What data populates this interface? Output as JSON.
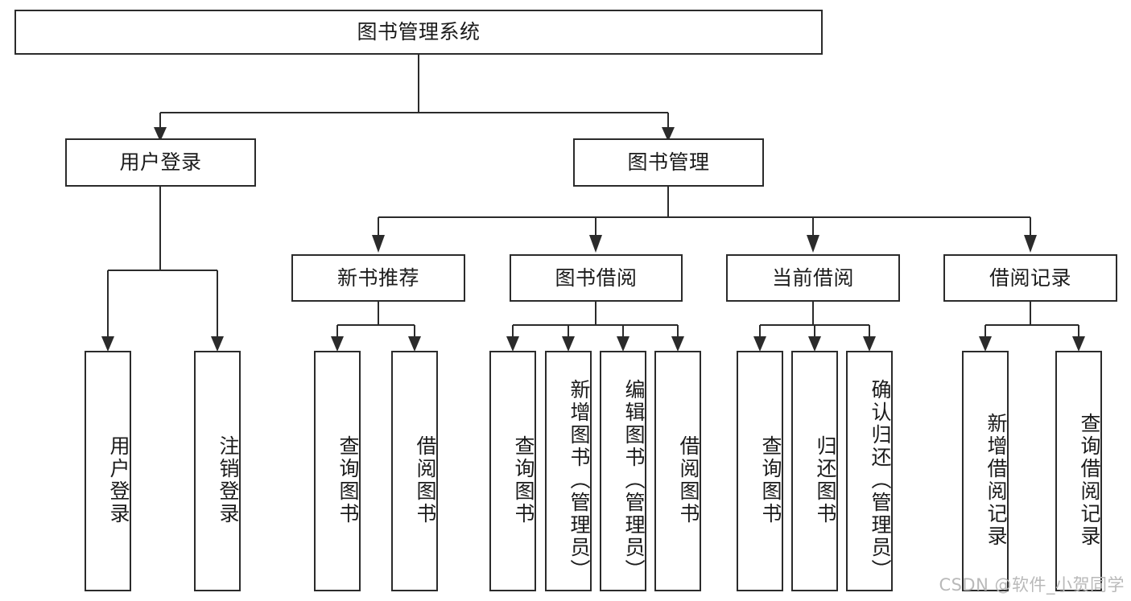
{
  "diagram": {
    "title": "图书管理系统",
    "type": "tree",
    "watermark": "CSDN @软件_小贺同学",
    "colors": {
      "stroke": "#2b2b2b",
      "box_fill": "#ffffff",
      "text": "#1b1b1b",
      "watermark": "#b9b9b9",
      "background": "#ffffff"
    },
    "root": {
      "label": "图书管理系统"
    },
    "level2": [
      {
        "label": "用户登录"
      },
      {
        "label": "图书管理"
      }
    ],
    "level3": [
      {
        "label": "新书推荐"
      },
      {
        "label": "图书借阅"
      },
      {
        "label": "当前借阅"
      },
      {
        "label": "借阅记录"
      }
    ],
    "leaves": {
      "user_login": [
        {
          "label": "用户登录"
        },
        {
          "label": "注销登录"
        }
      ],
      "new_book": [
        {
          "label": "查询图书"
        },
        {
          "label": "借阅图书"
        }
      ],
      "borrow_book": [
        {
          "label": "查询图书"
        },
        {
          "label": "新增图书（管理员）"
        },
        {
          "label": "编辑图书（管理员）"
        },
        {
          "label": "借阅图书"
        }
      ],
      "current_borrow": [
        {
          "label": "查询图书"
        },
        {
          "label": "归还图书"
        },
        {
          "label": "确认归还（管理员）"
        }
      ],
      "borrow_record": [
        {
          "label": "新增借阅记录"
        },
        {
          "label": "查询借阅记录"
        }
      ]
    }
  }
}
